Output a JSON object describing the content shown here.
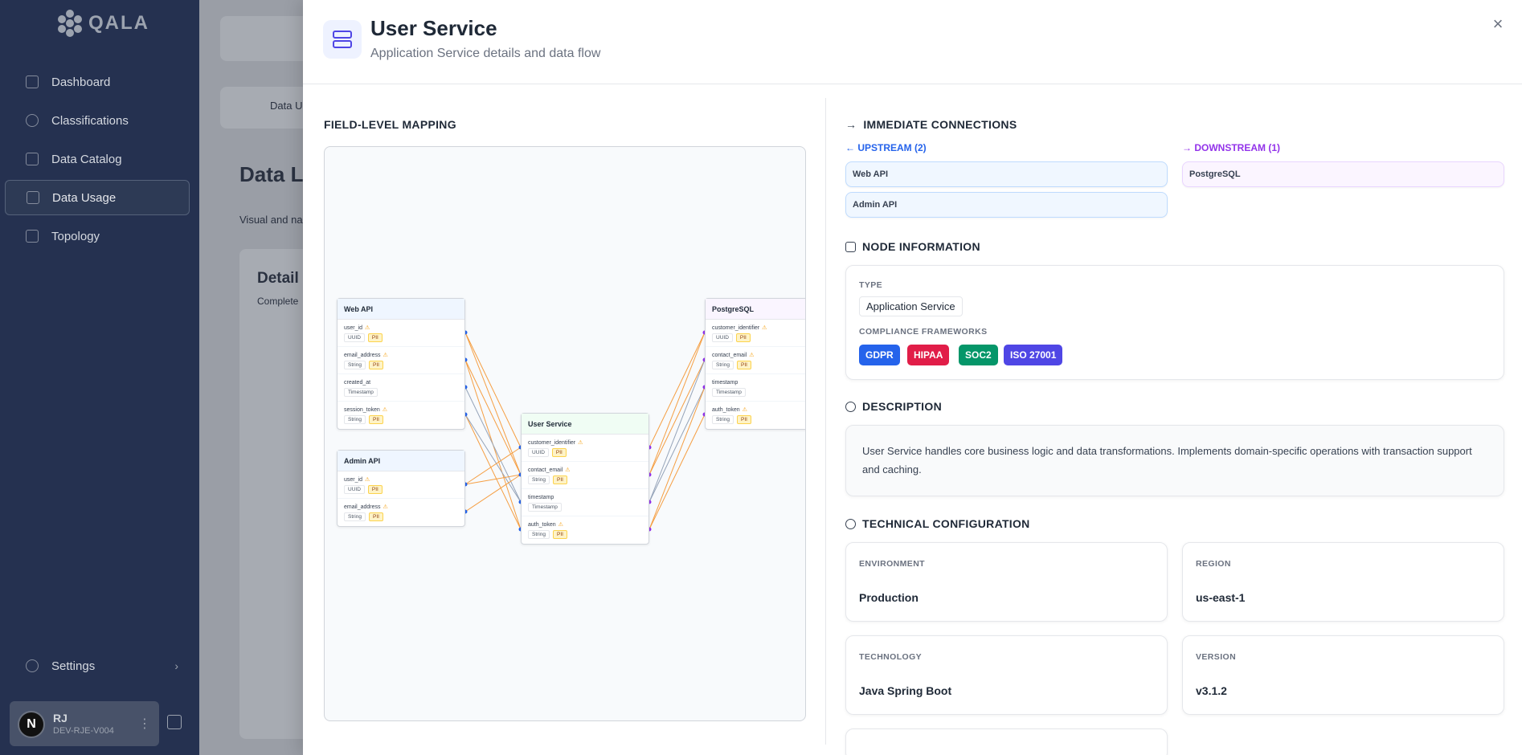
{
  "sidebar": {
    "logo_text": "QALA",
    "items": [
      {
        "label": "Dashboard"
      },
      {
        "label": "Classifications"
      },
      {
        "label": "Data Catalog"
      },
      {
        "label": "Data Usage"
      },
      {
        "label": "Topology"
      }
    ],
    "settings_label": "Settings",
    "user": {
      "avatar_letter": "N",
      "initials": "RJ",
      "subtitle": "DEV-RJE-V004"
    }
  },
  "background": {
    "tab_label": "Data U",
    "page_title": "Data Li",
    "page_sub": "Visual and na",
    "card_title": "Detail",
    "card_sub": "Complete"
  },
  "panel": {
    "title": "User Service",
    "subtitle": "Application Service details and data flow",
    "close_icon": "×",
    "mapping_title": "FIELD-LEVEL MAPPING",
    "nodes": [
      {
        "name": "Web API",
        "fields": [
          {
            "name": "user_id",
            "type": "UUID",
            "pii": "PII",
            "warn": true
          },
          {
            "name": "email_address",
            "type": "String",
            "pii": "PII",
            "warn": true
          },
          {
            "name": "created_at",
            "type": "Timestamp",
            "pii": "",
            "warn": false
          },
          {
            "name": "session_token",
            "type": "String",
            "pii": "PII",
            "warn": true
          }
        ]
      },
      {
        "name": "Admin API",
        "fields": [
          {
            "name": "user_id",
            "type": "UUID",
            "pii": "PII",
            "warn": true
          },
          {
            "name": "email_address",
            "type": "String",
            "pii": "PII",
            "warn": true
          }
        ]
      },
      {
        "name": "User Service",
        "fields": [
          {
            "name": "customer_identifier",
            "type": "UUID",
            "pii": "PII",
            "warn": true
          },
          {
            "name": "contact_email",
            "type": "String",
            "pii": "PII",
            "warn": true
          },
          {
            "name": "timestamp",
            "type": "Timestamp",
            "pii": "",
            "warn": false
          },
          {
            "name": "auth_token",
            "type": "String",
            "pii": "PII",
            "warn": true
          }
        ]
      },
      {
        "name": "PostgreSQL",
        "fields": [
          {
            "name": "customer_identifier",
            "type": "UUID",
            "pii": "PII",
            "warn": true
          },
          {
            "name": "contact_email",
            "type": "String",
            "pii": "PII",
            "warn": true
          },
          {
            "name": "timestamp",
            "type": "Timestamp",
            "pii": "",
            "warn": false
          },
          {
            "name": "auth_token",
            "type": "String",
            "pii": "PII",
            "warn": true
          }
        ]
      }
    ],
    "connections": {
      "title": "IMMEDIATE CONNECTIONS",
      "upstream_label": "UPSTREAM (2)",
      "downstream_label": "DOWNSTREAM (1)",
      "upstream": [
        "Web API",
        "Admin API"
      ],
      "downstream": [
        "PostgreSQL"
      ]
    },
    "node_info": {
      "title": "NODE INFORMATION",
      "type_label": "TYPE",
      "type_value": "Application Service",
      "frameworks_label": "COMPLIANCE FRAMEWORKS",
      "frameworks": [
        {
          "name": "GDPR",
          "color": "#2563eb"
        },
        {
          "name": "HIPAA",
          "color": "#e11d48"
        },
        {
          "name": "SOC2",
          "color": "#059669"
        },
        {
          "name": "ISO 27001",
          "color": "#4f46e5"
        }
      ]
    },
    "description": {
      "title": "DESCRIPTION",
      "text": "User Service handles core business logic and data transformations. Implements domain-specific operations with transaction support and caching."
    },
    "tech": {
      "title": "TECHNICAL CONFIGURATION",
      "items": [
        {
          "label": "ENVIRONMENT",
          "value": "Production"
        },
        {
          "label": "REGION",
          "value": "us-east-1"
        },
        {
          "label": "TECHNOLOGY",
          "value": "Java Spring Boot"
        },
        {
          "label": "VERSION",
          "value": "v3.1.2"
        }
      ]
    }
  },
  "colors": {
    "upstream": "#2563eb",
    "downstream": "#9333ea",
    "edge_orange": "#f59e42",
    "edge_gray": "#94a3b8"
  }
}
